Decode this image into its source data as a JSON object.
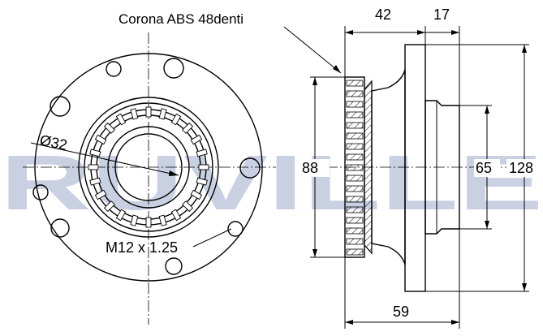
{
  "watermark": {
    "text": "RUVILLE",
    "color": "#c9d0e2"
  },
  "front_view": {
    "abs_ring_note": "Corona ABS 48denti",
    "bore_diameter": "Ø32",
    "thread_spec": "M12 x 1.25"
  },
  "side_view": {
    "dim_top_left": "42",
    "dim_top_right": "17",
    "dim_left_height": "88",
    "dim_pilot_height": "65",
    "dim_flange_height": "128",
    "dim_bottom_width": "59"
  }
}
